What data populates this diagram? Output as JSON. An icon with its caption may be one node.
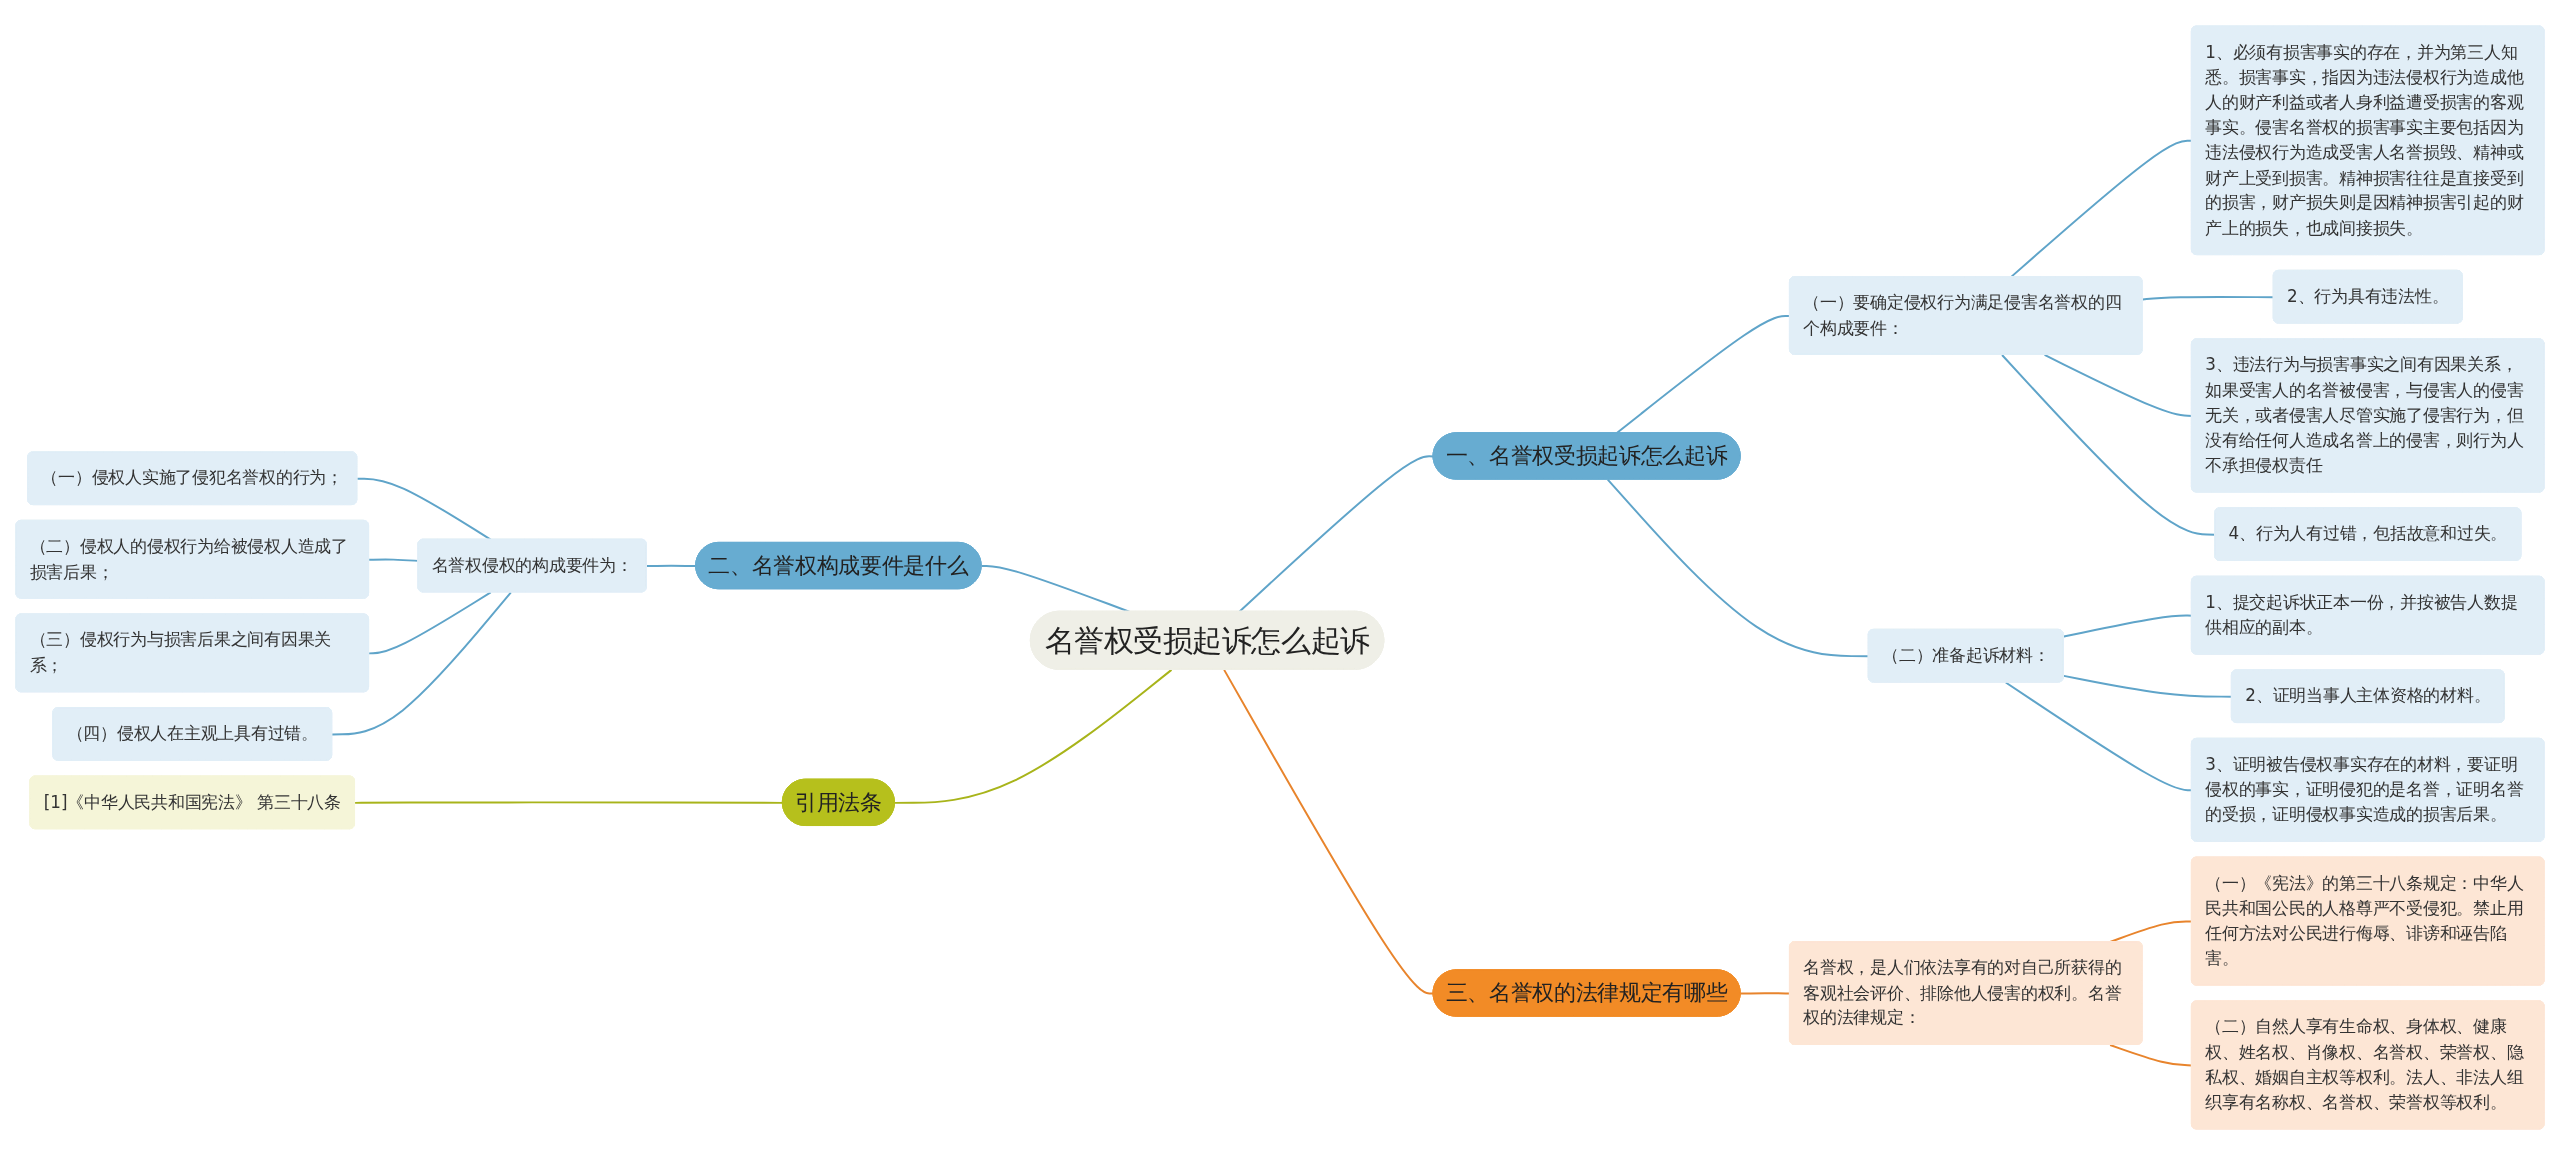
{
  "diagram": {
    "nodes": [
      {
        "text": [
          "名誉权受损起诉怎么起诉"
        ]
      },
      {
        "text": [
          "一、名誉权受损起诉怎么起诉"
        ]
      },
      {
        "text": [
          "（一）要确定侵权行为满足侵害名誉权的四个构成要件："
        ]
      },
      {
        "text": [
          "1、必须有损害事实的存在，并为第三人知悉。损害事实，指因为违法侵权行为造成他人的财产利益或者人身利益遭受损害的客观事实。侵害名誉权的损害事实主要包括因为违法侵权行为造成受害人名誉损毁、精神或财产上受到损害。精神损害往往是直接受到的损害，财产损失则是因精神损害引起的财产上的损失，也成间接损失。"
        ]
      },
      {
        "text": [
          "2、行为具有违法性。"
        ]
      },
      {
        "text": [
          "3、违法行为与损害事实之间有因果关系，如果受害人的名誉被侵害，与侵害人的侵害无关，或者侵害人尽管实施了侵害行为，但没有给任何人造成名誉上的侵害，则行为人不承担侵权责任"
        ]
      },
      {
        "text": [
          "4、行为人有过错，包括故意和过失。"
        ]
      },
      {
        "text": [
          "（二）准备起诉材料："
        ]
      },
      {
        "text": [
          "1、提交起诉状正本一份，并按被告人数提供相应的副本。"
        ]
      },
      {
        "text": [
          "2、证明当事人主体资格的材料。"
        ]
      },
      {
        "text": [
          "3、证明被告侵权事实存在的材料，要证明侵权的事实，证明侵犯的是名誉，证明名誉的受损，证明侵权事实造成的损害后果。"
        ]
      },
      {
        "text": [
          "二、名誉权构成要件是什么"
        ]
      },
      {
        "text": [
          "名誉权侵权的构成要件为："
        ]
      },
      {
        "text": [
          "（一）侵权人实施了侵犯名誉权的行为；"
        ]
      },
      {
        "text": [
          "（二）侵权人的侵权行为给被侵权人造成了损害后果；"
        ]
      },
      {
        "text": [
          "（三）侵权行为与损害后果之间有因果关系；"
        ]
      },
      {
        "text": [
          "（四）侵权人在主观上具有过错。"
        ]
      },
      {
        "text": [
          "三、名誉权的法律规定有哪些"
        ]
      },
      {
        "text": [
          "名誉权，是人们依法享有的对自己所获得的客观社会评价、排除他人侵害的权利。名誉权的法律规定："
        ]
      },
      {
        "text": [
          "（一）《宪法》的第三十八条规定：中华人民共和国公民的人格尊严不受侵犯。禁止用任何方法对公民进行侮辱、诽谤和诬告陷害。"
        ]
      },
      {
        "text": [
          "（二）自然人享有生命权、身体权、健康权、姓名权、肖像权、名誉权、荣誉权、隐私权、婚姻自主权等权利。法人、非法人组织享有名称权、名誉权、荣誉权等权利。"
        ]
      },
      {
        "text": [
          "引用法条"
        ]
      },
      {
        "text": [
          "[1]《中华人民共和国宪法》 第三十八条"
        ]
      }
    ],
    "edges": [
      {
        "from": 0,
        "to": 1,
        "arrow": "none"
      },
      {
        "from": 1,
        "to": 2,
        "arrow": "none"
      },
      {
        "from": 2,
        "to": 3,
        "arrow": "none"
      },
      {
        "from": 2,
        "to": 4,
        "arrow": "none"
      },
      {
        "from": 2,
        "to": 5,
        "arrow": "none"
      },
      {
        "from": 2,
        "to": 6,
        "arrow": "none"
      },
      {
        "from": 1,
        "to": 7,
        "arrow": "none"
      },
      {
        "from": 7,
        "to": 8,
        "arrow": "none"
      },
      {
        "from": 7,
        "to": 9,
        "arrow": "none"
      },
      {
        "from": 7,
        "to": 10,
        "arrow": "none"
      },
      {
        "from": 0,
        "to": 11,
        "arrow": "none"
      },
      {
        "from": 11,
        "to": 12,
        "arrow": "none"
      },
      {
        "from": 12,
        "to": 13,
        "arrow": "none"
      },
      {
        "from": 12,
        "to": 14,
        "arrow": "none"
      },
      {
        "from": 12,
        "to": 15,
        "arrow": "none"
      },
      {
        "from": 12,
        "to": 16,
        "arrow": "none"
      },
      {
        "from": 0,
        "to": 17,
        "arrow": "none",
        "color": "#e8842c"
      },
      {
        "from": 17,
        "to": 18,
        "arrow": "none",
        "color": "#e8842c"
      },
      {
        "from": 18,
        "to": 19,
        "arrow": "none",
        "color": "#e8842c"
      },
      {
        "from": 18,
        "to": 20,
        "arrow": "none",
        "color": "#e8842c"
      },
      {
        "from": 0,
        "to": 21,
        "arrow": "none",
        "color": "#a8b41a"
      },
      {
        "from": 21,
        "to": 22,
        "arrow": "none",
        "color": "#a8b41a"
      }
    ]
  }
}
